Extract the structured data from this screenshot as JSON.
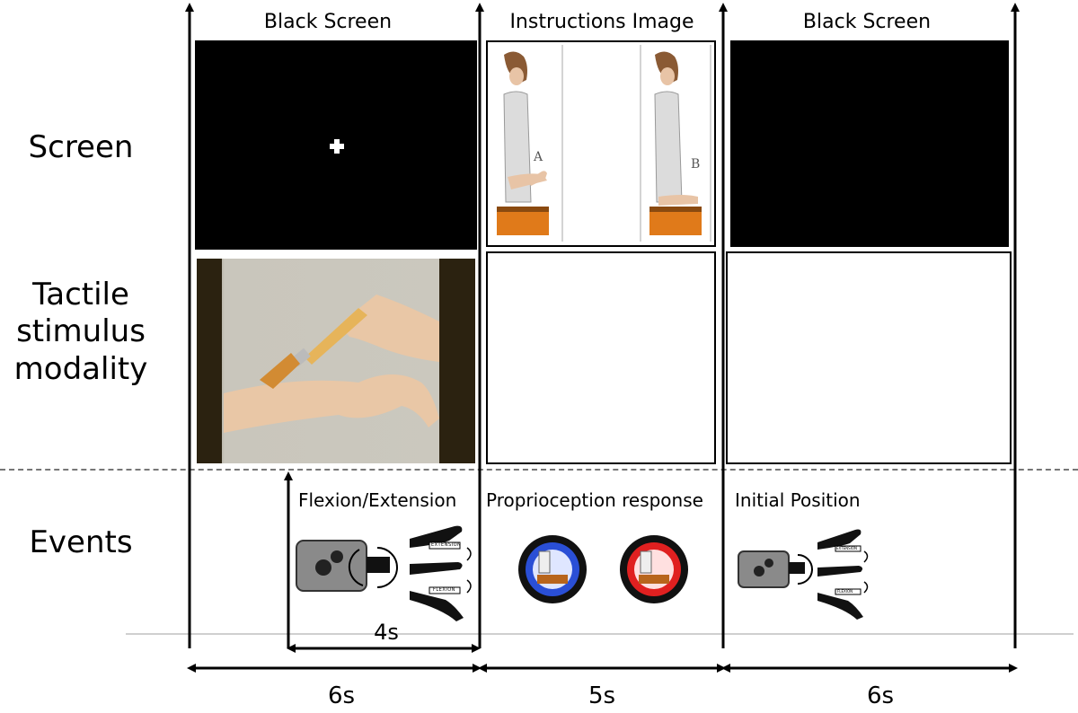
{
  "rows": {
    "screen": "Screen",
    "tactile": [
      "Tactile",
      "stimulus",
      "modality"
    ],
    "events": "Events"
  },
  "columns": {
    "col1_title": "Black Screen",
    "col2_title": "Instructions Image",
    "col3_title": "Black Screen"
  },
  "instructions_image": {
    "label_a": "A",
    "label_b": "B"
  },
  "events": {
    "col1": "Flexion/Extension",
    "col2": "Proprioception response",
    "col3": "Initial Position",
    "motor_labels": {
      "top": "EXTENSION",
      "bottom": "FLEXION"
    }
  },
  "durations": {
    "inner": "4s",
    "col1": "6s",
    "col2": "5s",
    "col3": "6s"
  },
  "colors": {
    "blue_button": "#2a4fd6",
    "red_button": "#e02020",
    "motor_box": "#8a8a8a",
    "chair": "#e07a1a",
    "dashed_line": "#777777"
  }
}
